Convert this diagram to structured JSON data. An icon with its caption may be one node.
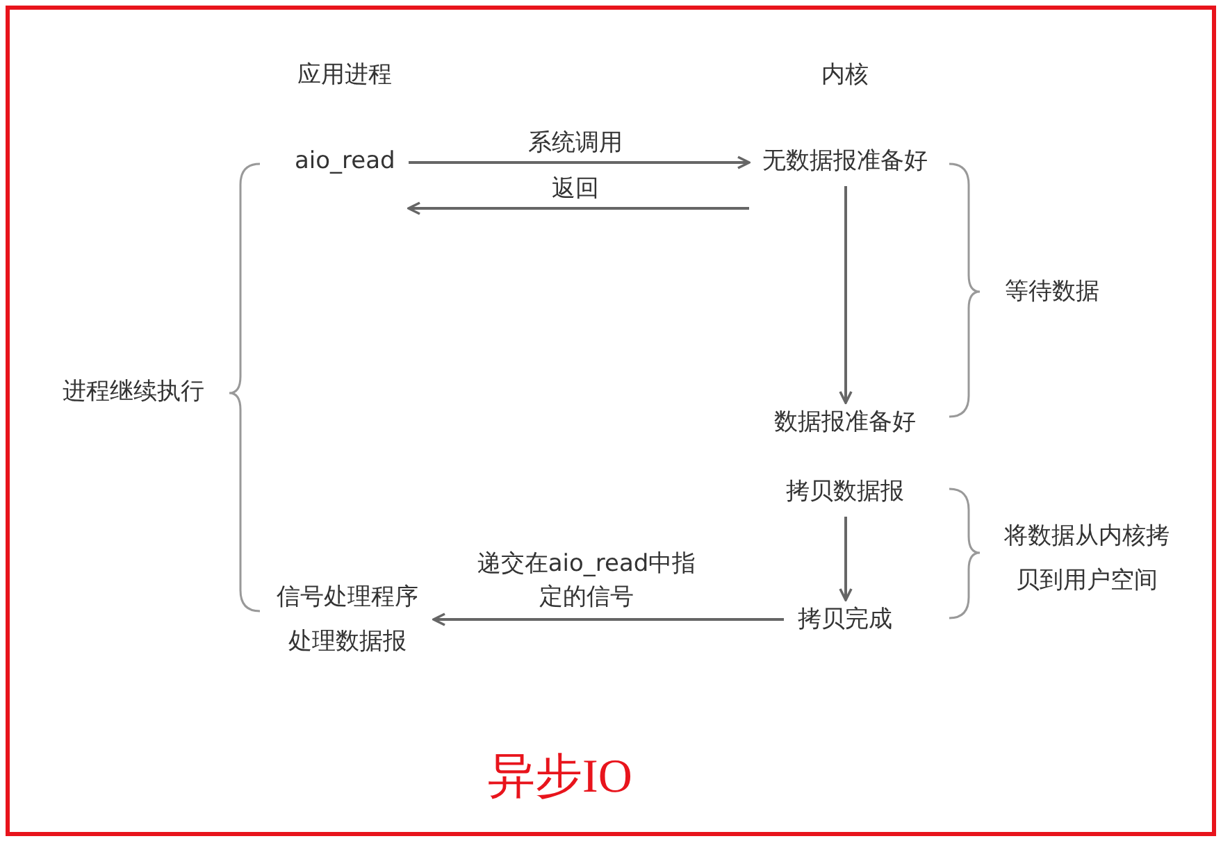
{
  "diagram": {
    "title": "异步IO",
    "nodes": [
      {
        "text": [
          "aio_read"
        ]
      },
      {
        "text": [
          "无数据报准备好"
        ]
      },
      {
        "text": [
          "数据报准备好"
        ]
      },
      {
        "text": [
          "拷贝数据报"
        ]
      },
      {
        "text": [
          "拷贝完成"
        ]
      },
      {
        "text": [
          "信号处理程序处理数据报"
        ]
      }
    ],
    "edges": [
      {
        "from": 0,
        "to": 1,
        "arrow": "to",
        "label": "系统调用"
      },
      {
        "from": 1,
        "to": 0,
        "arrow": "to",
        "label": "返回"
      },
      {
        "from": 1,
        "to": 2,
        "arrow": "to"
      },
      {
        "from": 3,
        "to": 4,
        "arrow": "to"
      },
      {
        "from": 4,
        "to": 5,
        "arrow": "to",
        "label": "递交在aio_read中指定的信号"
      }
    ],
    "labels": [
      "应用进程",
      "内核",
      "等待数据",
      "进程继续执行",
      "将数据从内核拷贝到用户空间"
    ]
  }
}
